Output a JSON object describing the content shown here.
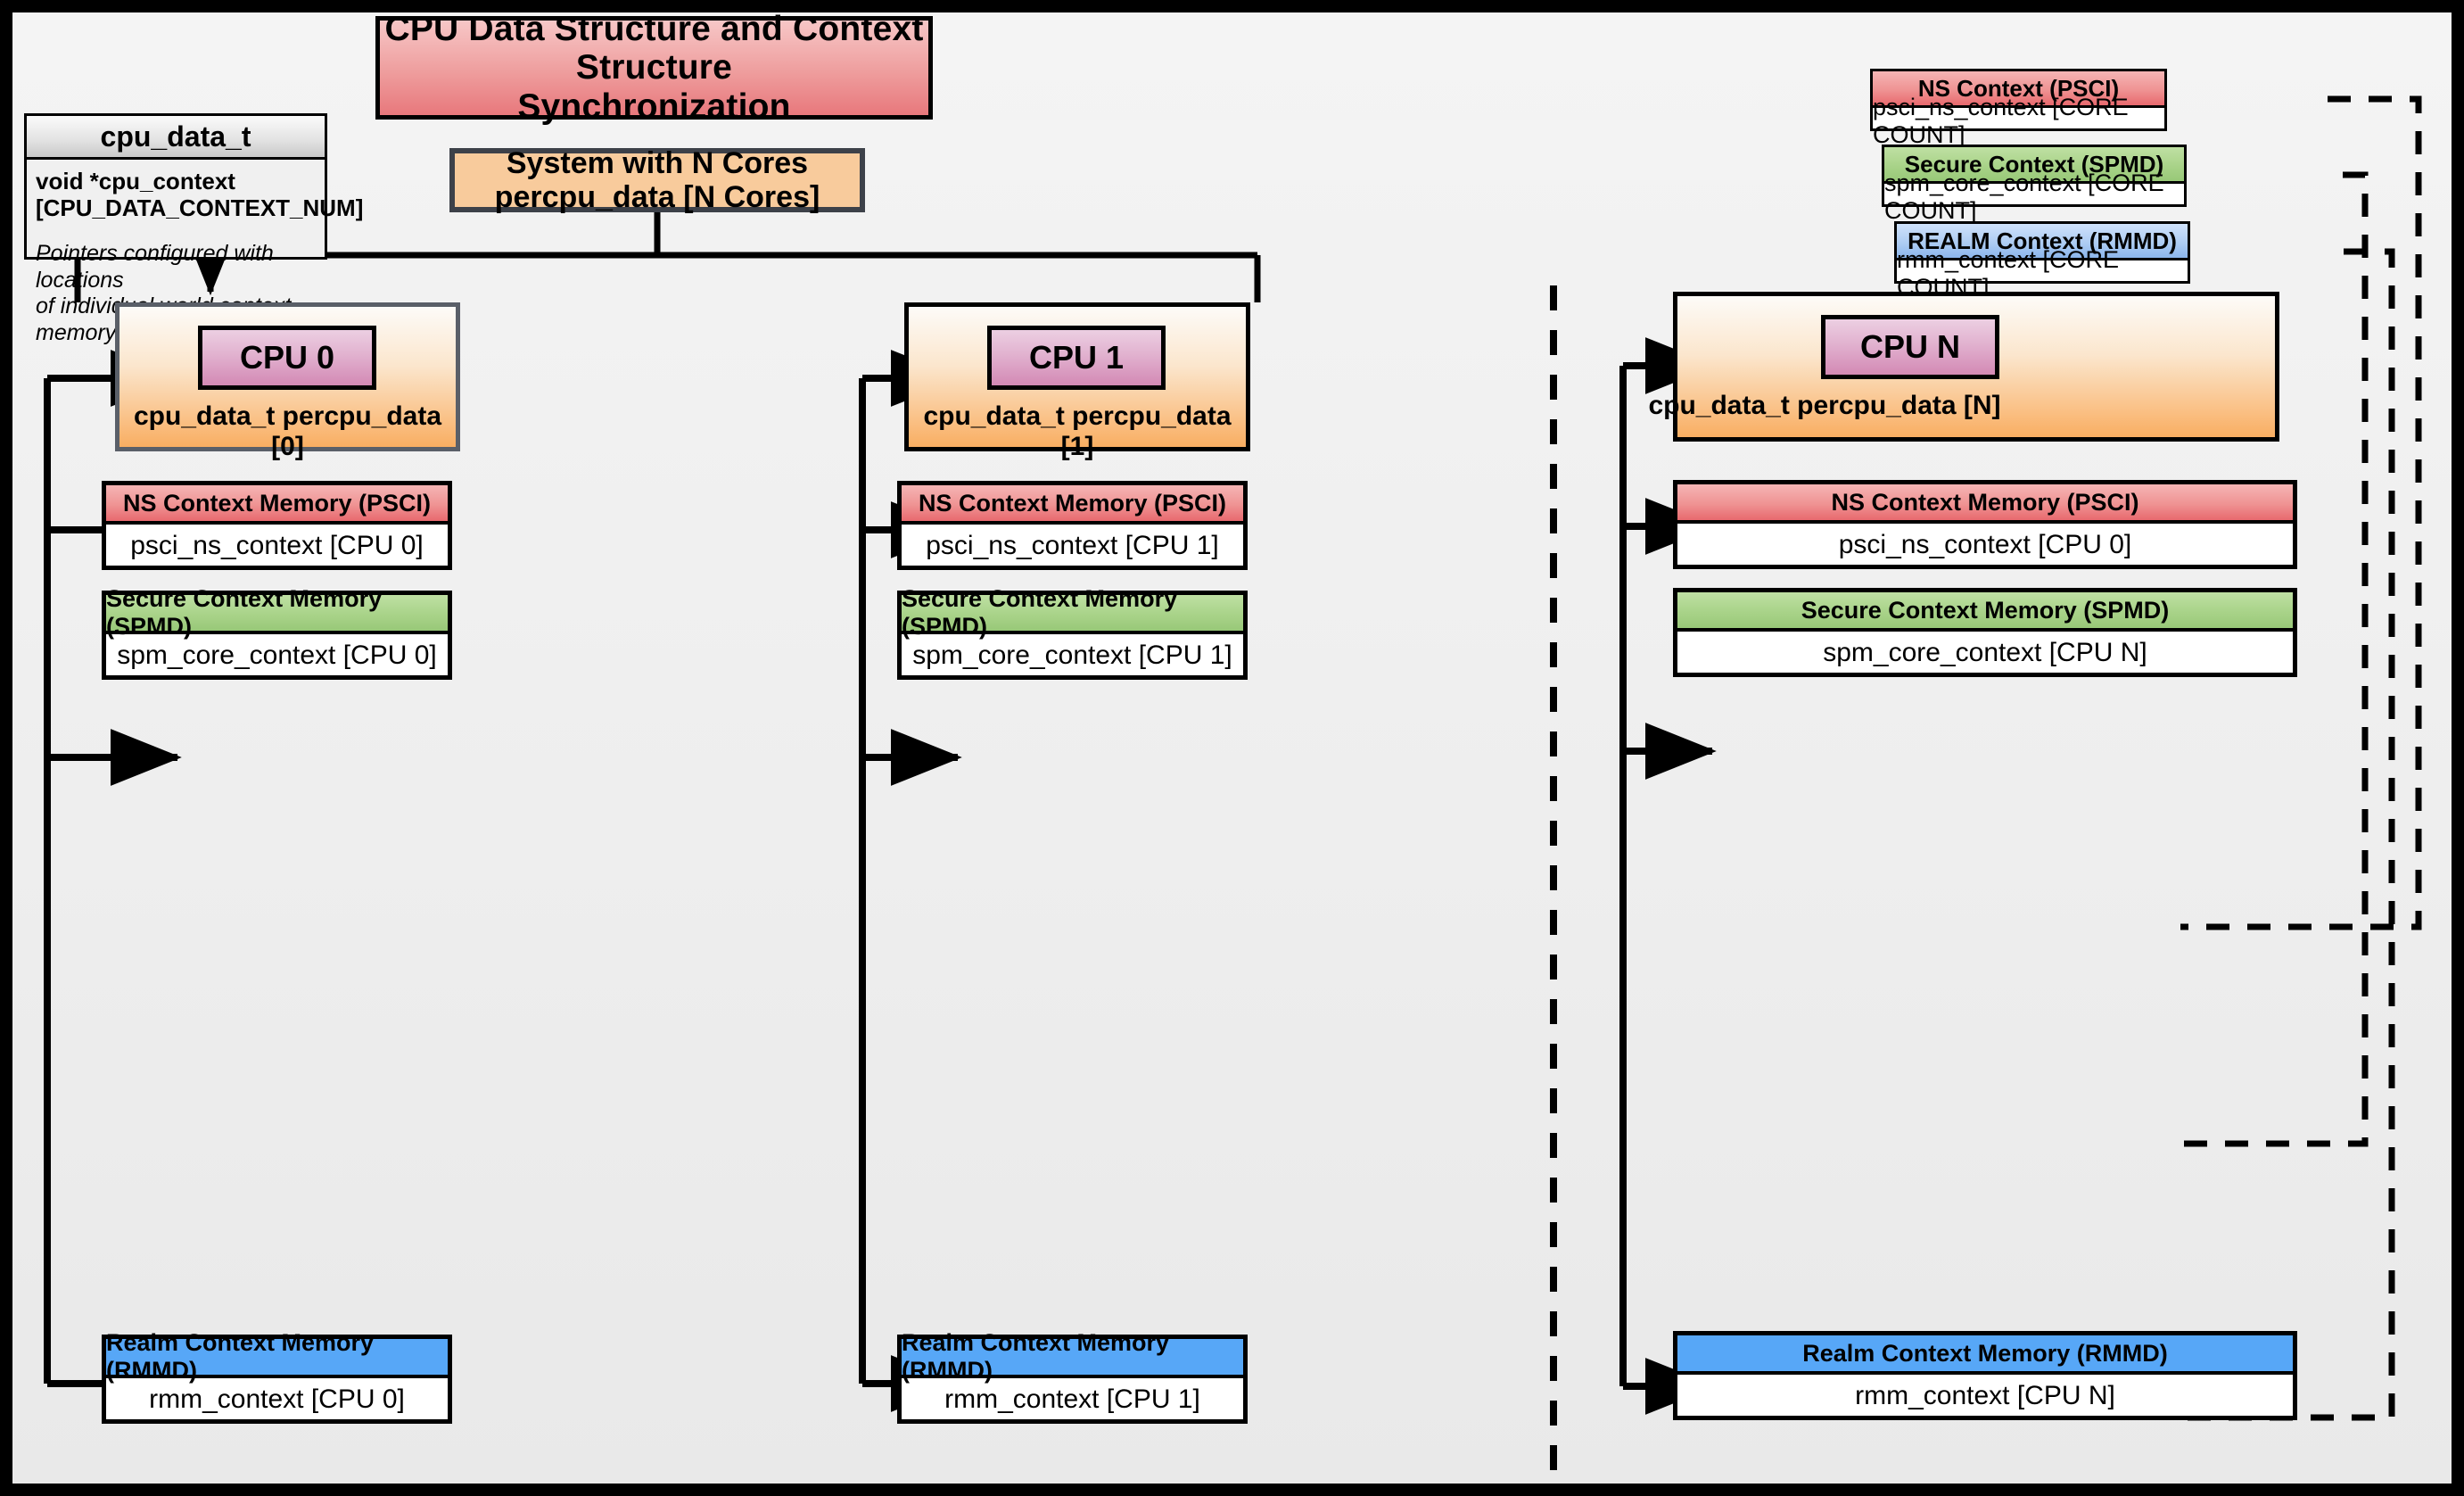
{
  "title": "CPU Data Structure and Context Structure\nSynchronization",
  "struct": {
    "header": "cpu_data_t",
    "field": "void  *cpu_context\n[CPU_DATA_CONTEXT_NUM]",
    "note": "Pointers configured with locations\nof individual world context memory"
  },
  "system": {
    "label": "System with N Cores\npercpu_data [N Cores]"
  },
  "global_contexts": [
    {
      "header": "NS Context  (PSCI)",
      "body": "psci_ns_context [CORE COUNT]"
    },
    {
      "header": "Secure Context (SPMD)",
      "body": "spm_core_context [CORE COUNT]"
    },
    {
      "header": "REALM Context (RMMD)",
      "body": "rmm_context [CORE COUNT]"
    }
  ],
  "cpus": [
    {
      "chip": "CPU 0",
      "struct_label": "cpu_data_t percpu_data [0]",
      "contexts": [
        {
          "header": "NS Context Memory (PSCI)",
          "body": "psci_ns_context [CPU 0]"
        },
        {
          "header": "Secure Context Memory (SPMD)",
          "body": "spm_core_context [CPU 0]"
        },
        {
          "header": "Realm Context Memory (RMMD)",
          "body": "rmm_context [CPU 0]"
        }
      ]
    },
    {
      "chip": "CPU 1",
      "struct_label": "cpu_data_t percpu_data [1]",
      "contexts": [
        {
          "header": "NS Context Memory (PSCI)",
          "body": "psci_ns_context [CPU 1]"
        },
        {
          "header": "Secure Context Memory (SPMD)",
          "body": "spm_core_context [CPU 1]"
        },
        {
          "header": "Realm Context Memory (RMMD)",
          "body": "rmm_context [CPU 1]"
        }
      ]
    },
    {
      "chip": "CPU N",
      "struct_label": "cpu_data_t percpu_data [N]",
      "contexts": [
        {
          "header": "NS Context Memory (PSCI)",
          "body": "psci_ns_context [CPU 0]"
        },
        {
          "header": "Secure Context Memory (SPMD)",
          "body": "spm_core_context [CPU N]"
        },
        {
          "header": "Realm Context Memory (RMMD)",
          "body": "rmm_context [CPU N]"
        }
      ]
    }
  ],
  "colors": {
    "ns": "#e8696e",
    "secure": "#98c878",
    "realm": "#57a7f7",
    "cpu_fill": "#f9ae62",
    "chip_fill": "#d389b4",
    "title_fill": "#e8787c",
    "frame": "#000000"
  }
}
